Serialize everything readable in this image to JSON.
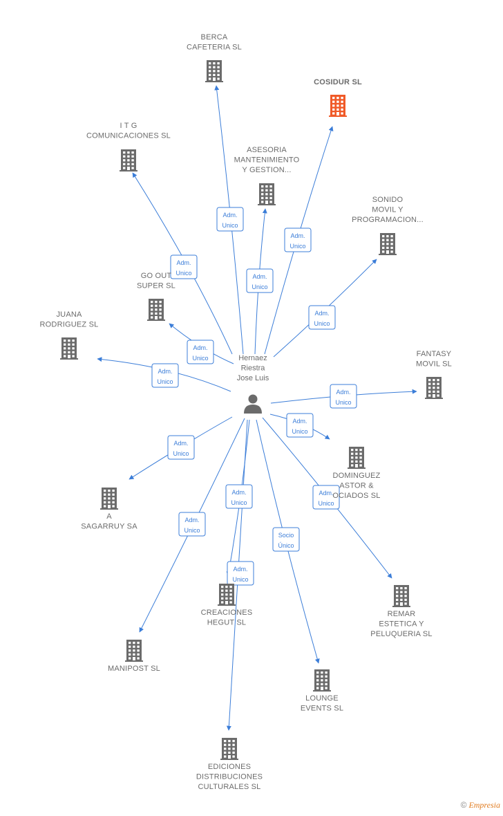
{
  "colors": {
    "edge": "#3b7dd8",
    "building": "#6b6b6b",
    "highlight": "#f05a28",
    "label": "#6b6b6b"
  },
  "center": {
    "name_lines": [
      "Hernaez",
      "Riestra",
      "Jose Luis"
    ],
    "icon": "person-icon"
  },
  "nodes": [
    {
      "id": "berca",
      "lines": [
        "BERCA",
        "CAFETERIA SL"
      ],
      "icon": "building-icon",
      "highlight": false
    },
    {
      "id": "cosidur",
      "lines": [
        "COSIDUR SL"
      ],
      "icon": "building-icon",
      "highlight": true
    },
    {
      "id": "itg",
      "lines": [
        "I T G",
        "COMUNICACIONES SL"
      ],
      "icon": "building-icon",
      "highlight": false
    },
    {
      "id": "asesoria",
      "lines": [
        "ASESORIA",
        "MANTENIMIENTO",
        "Y GESTION..."
      ],
      "icon": "building-icon",
      "highlight": false
    },
    {
      "id": "sonido",
      "lines": [
        "SONIDO",
        "MOVIL Y",
        "PROGRAMACION..."
      ],
      "icon": "building-icon",
      "highlight": false
    },
    {
      "id": "goout",
      "lines": [
        "GO OUT",
        "SUPER SL"
      ],
      "icon": "building-icon",
      "highlight": false
    },
    {
      "id": "juana",
      "lines": [
        "JUANA",
        "RODRIGUEZ SL"
      ],
      "icon": "building-icon",
      "highlight": false
    },
    {
      "id": "fantasy",
      "lines": [
        "FANTASY",
        "MOVIL SL"
      ],
      "icon": "building-icon",
      "highlight": false
    },
    {
      "id": "dominguez",
      "lines": [
        "DOMINGUEZ",
        "ASTOR &",
        "OCIADOS SL"
      ],
      "icon": "building-icon",
      "highlight": false
    },
    {
      "id": "sagarruy",
      "lines": [
        "A",
        "SAGARRUY SA"
      ],
      "icon": "building-icon",
      "highlight": false
    },
    {
      "id": "remar",
      "lines": [
        "REMAR",
        "ESTETICA Y",
        "PELUQUERIA SL"
      ],
      "icon": "building-icon",
      "highlight": false
    },
    {
      "id": "creaciones",
      "lines": [
        "CREACIONES",
        "HEGUT SL"
      ],
      "icon": "building-icon",
      "highlight": false
    },
    {
      "id": "manipost",
      "lines": [
        "MANIPOST SL"
      ],
      "icon": "building-icon",
      "highlight": false
    },
    {
      "id": "lounge",
      "lines": [
        "LOUNGE",
        "EVENTS SL"
      ],
      "icon": "building-icon",
      "highlight": false
    },
    {
      "id": "ediciones",
      "lines": [
        "EDICIONES",
        "DISTRIBUCIONES",
        "CULTURALES SL"
      ],
      "icon": "building-icon",
      "highlight": false
    }
  ],
  "edges": [
    {
      "to": "berca",
      "role": [
        "Adm.",
        "Unico"
      ]
    },
    {
      "to": "cosidur",
      "role": [
        "Adm.",
        "Unico"
      ]
    },
    {
      "to": "itg",
      "role": [
        "Adm.",
        "Unico"
      ]
    },
    {
      "to": "asesoria",
      "role": [
        "Adm.",
        "Unico"
      ]
    },
    {
      "to": "sonido",
      "role": [
        "Adm.",
        "Unico"
      ]
    },
    {
      "to": "goout",
      "role": [
        "Adm.",
        "Unico"
      ]
    },
    {
      "to": "juana",
      "role": [
        "Adm.",
        "Unico"
      ]
    },
    {
      "to": "fantasy",
      "role": [
        "Adm.",
        "Unico"
      ]
    },
    {
      "to": "dominguez",
      "role": [
        "Adm.",
        "Unico"
      ]
    },
    {
      "to": "sagarruy",
      "role": [
        "Adm.",
        "Unico"
      ]
    },
    {
      "to": "remar",
      "role": [
        "Adm.",
        "Unico"
      ]
    },
    {
      "to": "creaciones",
      "role": [
        "Adm.",
        "Unico"
      ]
    },
    {
      "to": "manipost",
      "role": [
        "Adm.",
        "Unico"
      ]
    },
    {
      "to": "lounge",
      "role": [
        "Socio",
        "Único"
      ]
    },
    {
      "to": "ediciones",
      "role": [
        "Adm.",
        "Unico"
      ]
    }
  ],
  "footer": {
    "copyright": "©",
    "brand": "Empresia"
  }
}
